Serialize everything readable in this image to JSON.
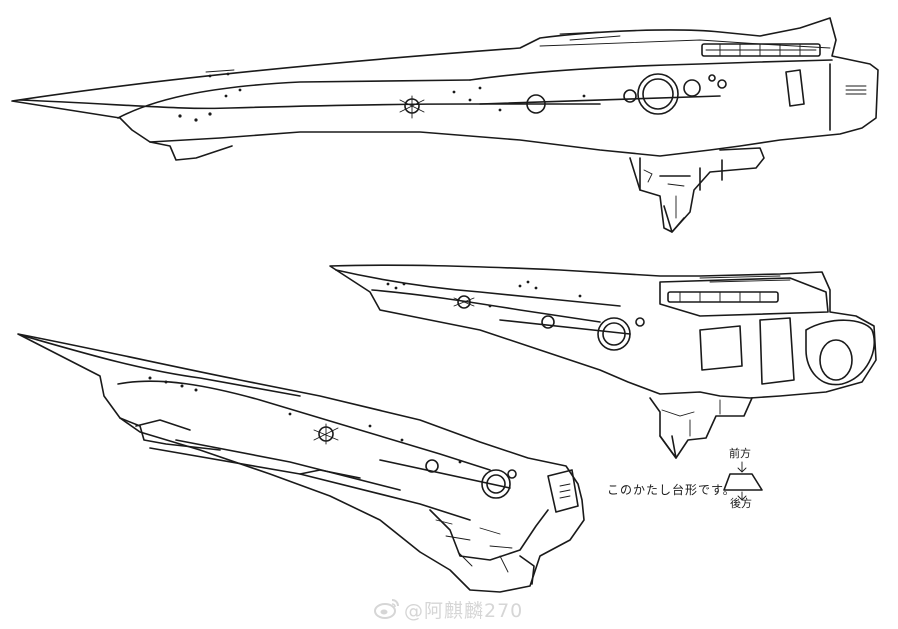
{
  "annotations": {
    "shape_note": "このかたし台形です。",
    "front_label": "前方",
    "rear_label": "後方"
  },
  "watermark": {
    "text": "@阿麒麟270",
    "logo_icon": "weibo-logo-icon",
    "color": "#d6d6d6"
  },
  "colors": {
    "ink": "#1a1a1a",
    "paper": "#ffffff"
  }
}
